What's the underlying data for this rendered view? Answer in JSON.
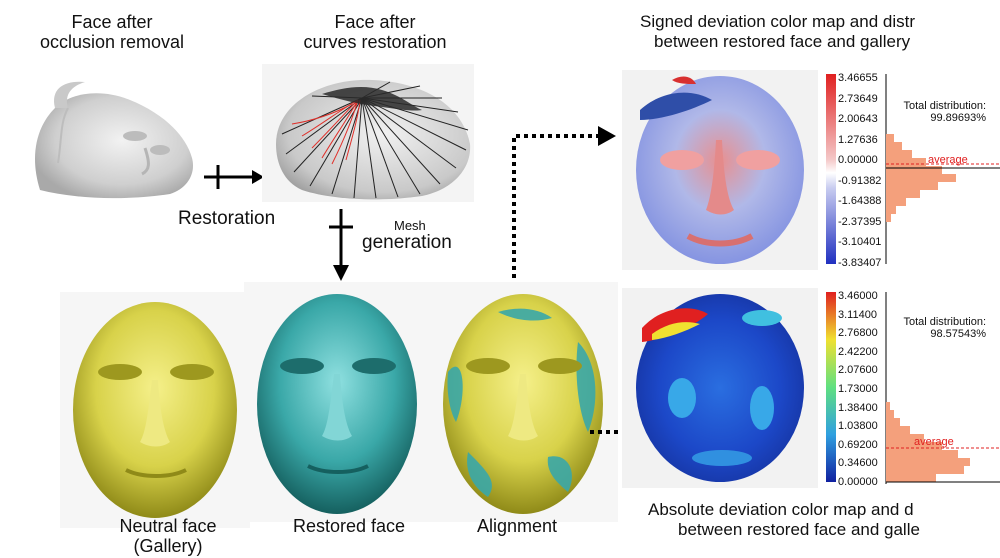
{
  "captions": {
    "occlusion_removed_line1": "Face after",
    "occlusion_removed_line2": "occlusion removal",
    "curves_restored_line1": "Face after",
    "curves_restored_line2": "curves restoration",
    "signed_line1": "Signed deviation color map and distr",
    "signed_line2": "between restored face and gallery",
    "absolute_line1": "Absolute deviation color map and d",
    "absolute_line2": "between restored face and galle"
  },
  "steps": {
    "restoration": "Restoration",
    "mesh_small": "Mesh",
    "mesh_large": "generation"
  },
  "faces": {
    "neutral_line1": "Neutral face",
    "neutral_line2": "(Gallery)",
    "restored": "Restored face",
    "alignment": "Alignment"
  },
  "signed_map": {
    "ticks": [
      "3.46655",
      "2.73649",
      "2.00643",
      "1.27636",
      "0.00000",
      "-0.91382",
      "-1.64388",
      "-2.37395",
      "-3.10401",
      "-3.83407"
    ],
    "distribution_label": "Total distribution:",
    "distribution_value": "99.89693%",
    "average_label": "average"
  },
  "absolute_map": {
    "ticks": [
      "3.46000",
      "3.11400",
      "2.76800",
      "2.42200",
      "2.07600",
      "1.73000",
      "1.38400",
      "1.03800",
      "0.69200",
      "0.34600",
      "0.00000"
    ],
    "distribution_label": "Total distribution:",
    "distribution_value": "98.57543%",
    "average_label": "average"
  },
  "colors": {
    "gallery_face": "#d8d24a",
    "restored_face": "#3aa8a8",
    "curve_red": "#e0302a",
    "histogram": "#f4a07c"
  }
}
